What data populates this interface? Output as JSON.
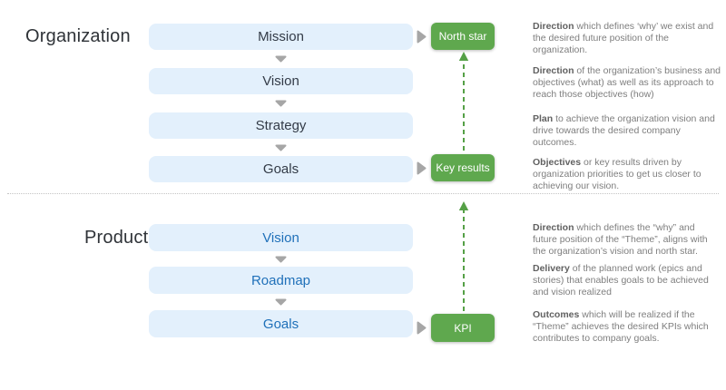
{
  "colors": {
    "background": "#ffffff",
    "box_fill": "#e3f0fc",
    "org_box_text": "#333b47",
    "product_box_text": "#1f70b9",
    "badge_green": "#5fa84e",
    "badge_text": "#ffffff",
    "arrow_green": "#55a046",
    "gray_marker": "#a6a6a6",
    "description_text": "#7e7e7e",
    "heading_text": "#2f3338",
    "divider": "#c4c4c4"
  },
  "organization": {
    "heading": "Organization",
    "boxes": [
      {
        "label": "Mission"
      },
      {
        "label": "Vision"
      },
      {
        "label": "Strategy"
      },
      {
        "label": "Goals"
      }
    ],
    "badges": [
      {
        "label": "North star",
        "attached_to": "Mission"
      },
      {
        "label": "Key results",
        "attached_to": "Goals"
      }
    ],
    "descriptions": [
      {
        "lead": "Direction",
        "rest": " which defines ‘why’ we exist and the desired future position of the organization."
      },
      {
        "lead": "Direction",
        "rest": " of the organization’s business and objectives (what) as well as its approach to reach those objectives (how)"
      },
      {
        "lead": "Plan",
        "rest": " to achieve the organization vision and drive towards the desired company outcomes."
      },
      {
        "lead": "Objectives",
        "rest": " or key results driven by organization priorities to get us closer to achieving our vision."
      }
    ]
  },
  "product": {
    "heading": "Product",
    "boxes": [
      {
        "label": "Vision"
      },
      {
        "label": "Roadmap"
      },
      {
        "label": "Goals"
      }
    ],
    "badges": [
      {
        "label": "KPI",
        "attached_to": "Goals"
      }
    ],
    "descriptions": [
      {
        "lead": "Direction",
        "rest": " which defines the “why” and future position of the “Theme”, aligns with the organization’s vision and north star."
      },
      {
        "lead": "Delivery",
        "rest": " of the planned work (epics and stories) that enables goals to be achieved and vision realized"
      },
      {
        "lead": "Outcomes",
        "rest": " which will be realized if the “Theme” achieves the desired KPIs which contributes to company goals."
      }
    ]
  }
}
